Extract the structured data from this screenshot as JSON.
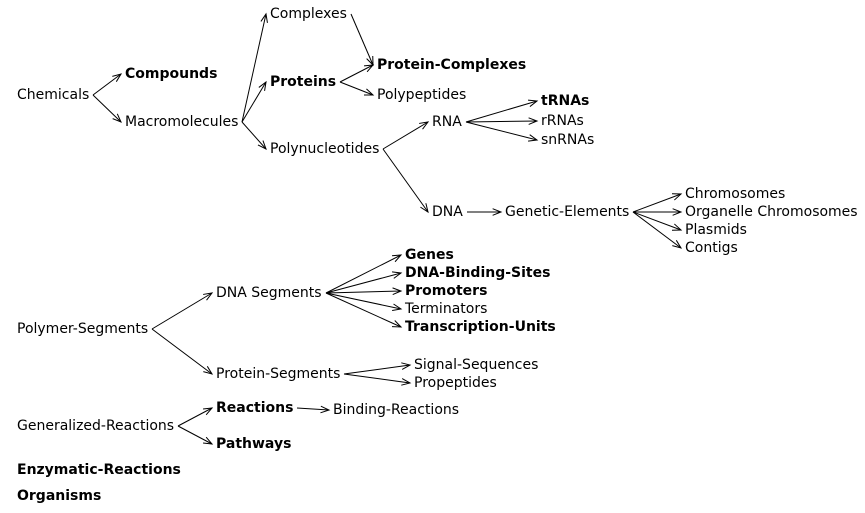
{
  "diagram": {
    "nodes": [
      {
        "id": "chemicals",
        "label": "Chemicals",
        "bold": false
      },
      {
        "id": "compounds",
        "label": "Compounds",
        "bold": true
      },
      {
        "id": "macromolecules",
        "label": "Macromolecules",
        "bold": false
      },
      {
        "id": "complexes",
        "label": "Complexes",
        "bold": false
      },
      {
        "id": "proteins",
        "label": "Proteins",
        "bold": true
      },
      {
        "id": "polynucleotides",
        "label": "Polynucleotides",
        "bold": false
      },
      {
        "id": "protein-complexes",
        "label": "Protein-Complexes",
        "bold": true
      },
      {
        "id": "polypeptides",
        "label": "Polypeptides",
        "bold": false
      },
      {
        "id": "rna",
        "label": "RNA",
        "bold": false
      },
      {
        "id": "trnas",
        "label": "tRNAs",
        "bold": true
      },
      {
        "id": "rrnas",
        "label": "rRNAs",
        "bold": false
      },
      {
        "id": "snrnas",
        "label": "snRNAs",
        "bold": false
      },
      {
        "id": "dna",
        "label": "DNA",
        "bold": false
      },
      {
        "id": "genetic-elements",
        "label": "Genetic-Elements",
        "bold": false
      },
      {
        "id": "chromosomes",
        "label": "Chromosomes",
        "bold": false
      },
      {
        "id": "organelle-chromosomes",
        "label": "Organelle Chromosomes",
        "bold": false
      },
      {
        "id": "plasmids",
        "label": "Plasmids",
        "bold": false
      },
      {
        "id": "contigs",
        "label": "Contigs",
        "bold": false
      },
      {
        "id": "polymer-segments",
        "label": "Polymer-Segments",
        "bold": false
      },
      {
        "id": "dna-segments",
        "label": "DNA Segments",
        "bold": false
      },
      {
        "id": "genes",
        "label": "Genes",
        "bold": true
      },
      {
        "id": "dna-binding-sites",
        "label": "DNA-Binding-Sites",
        "bold": true
      },
      {
        "id": "promoters",
        "label": "Promoters",
        "bold": true
      },
      {
        "id": "terminators",
        "label": "Terminators",
        "bold": false
      },
      {
        "id": "transcription-units",
        "label": "Transcription-Units",
        "bold": true
      },
      {
        "id": "protein-segments",
        "label": "Protein-Segments",
        "bold": false
      },
      {
        "id": "signal-sequences",
        "label": "Signal-Sequences",
        "bold": false
      },
      {
        "id": "propeptides",
        "label": "Propeptides",
        "bold": false
      },
      {
        "id": "generalized-reactions",
        "label": "Generalized-Reactions",
        "bold": false
      },
      {
        "id": "reactions",
        "label": "Reactions",
        "bold": true
      },
      {
        "id": "pathways",
        "label": "Pathways",
        "bold": true
      },
      {
        "id": "binding-reactions",
        "label": "Binding-Reactions",
        "bold": false
      },
      {
        "id": "enzymatic-reactions",
        "label": "Enzymatic-Reactions",
        "bold": true
      },
      {
        "id": "organisms",
        "label": "Organisms",
        "bold": true
      }
    ],
    "edges": [
      {
        "from": "chemicals",
        "to": "compounds"
      },
      {
        "from": "chemicals",
        "to": "macromolecules"
      },
      {
        "from": "macromolecules",
        "to": "complexes"
      },
      {
        "from": "macromolecules",
        "to": "proteins"
      },
      {
        "from": "macromolecules",
        "to": "polynucleotides"
      },
      {
        "from": "complexes",
        "to": "protein-complexes"
      },
      {
        "from": "proteins",
        "to": "protein-complexes"
      },
      {
        "from": "proteins",
        "to": "polypeptides"
      },
      {
        "from": "polynucleotides",
        "to": "rna"
      },
      {
        "from": "polynucleotides",
        "to": "dna"
      },
      {
        "from": "rna",
        "to": "trnas"
      },
      {
        "from": "rna",
        "to": "rrnas"
      },
      {
        "from": "rna",
        "to": "snrnas"
      },
      {
        "from": "dna",
        "to": "genetic-elements"
      },
      {
        "from": "genetic-elements",
        "to": "chromosomes"
      },
      {
        "from": "genetic-elements",
        "to": "organelle-chromosomes"
      },
      {
        "from": "genetic-elements",
        "to": "plasmids"
      },
      {
        "from": "genetic-elements",
        "to": "contigs"
      },
      {
        "from": "polymer-segments",
        "to": "dna-segments"
      },
      {
        "from": "polymer-segments",
        "to": "protein-segments"
      },
      {
        "from": "dna-segments",
        "to": "genes"
      },
      {
        "from": "dna-segments",
        "to": "dna-binding-sites"
      },
      {
        "from": "dna-segments",
        "to": "promoters"
      },
      {
        "from": "dna-segments",
        "to": "terminators"
      },
      {
        "from": "dna-segments",
        "to": "transcription-units"
      },
      {
        "from": "protein-segments",
        "to": "signal-sequences"
      },
      {
        "from": "protein-segments",
        "to": "propeptides"
      },
      {
        "from": "generalized-reactions",
        "to": "reactions"
      },
      {
        "from": "generalized-reactions",
        "to": "pathways"
      },
      {
        "from": "reactions",
        "to": "binding-reactions"
      }
    ]
  }
}
